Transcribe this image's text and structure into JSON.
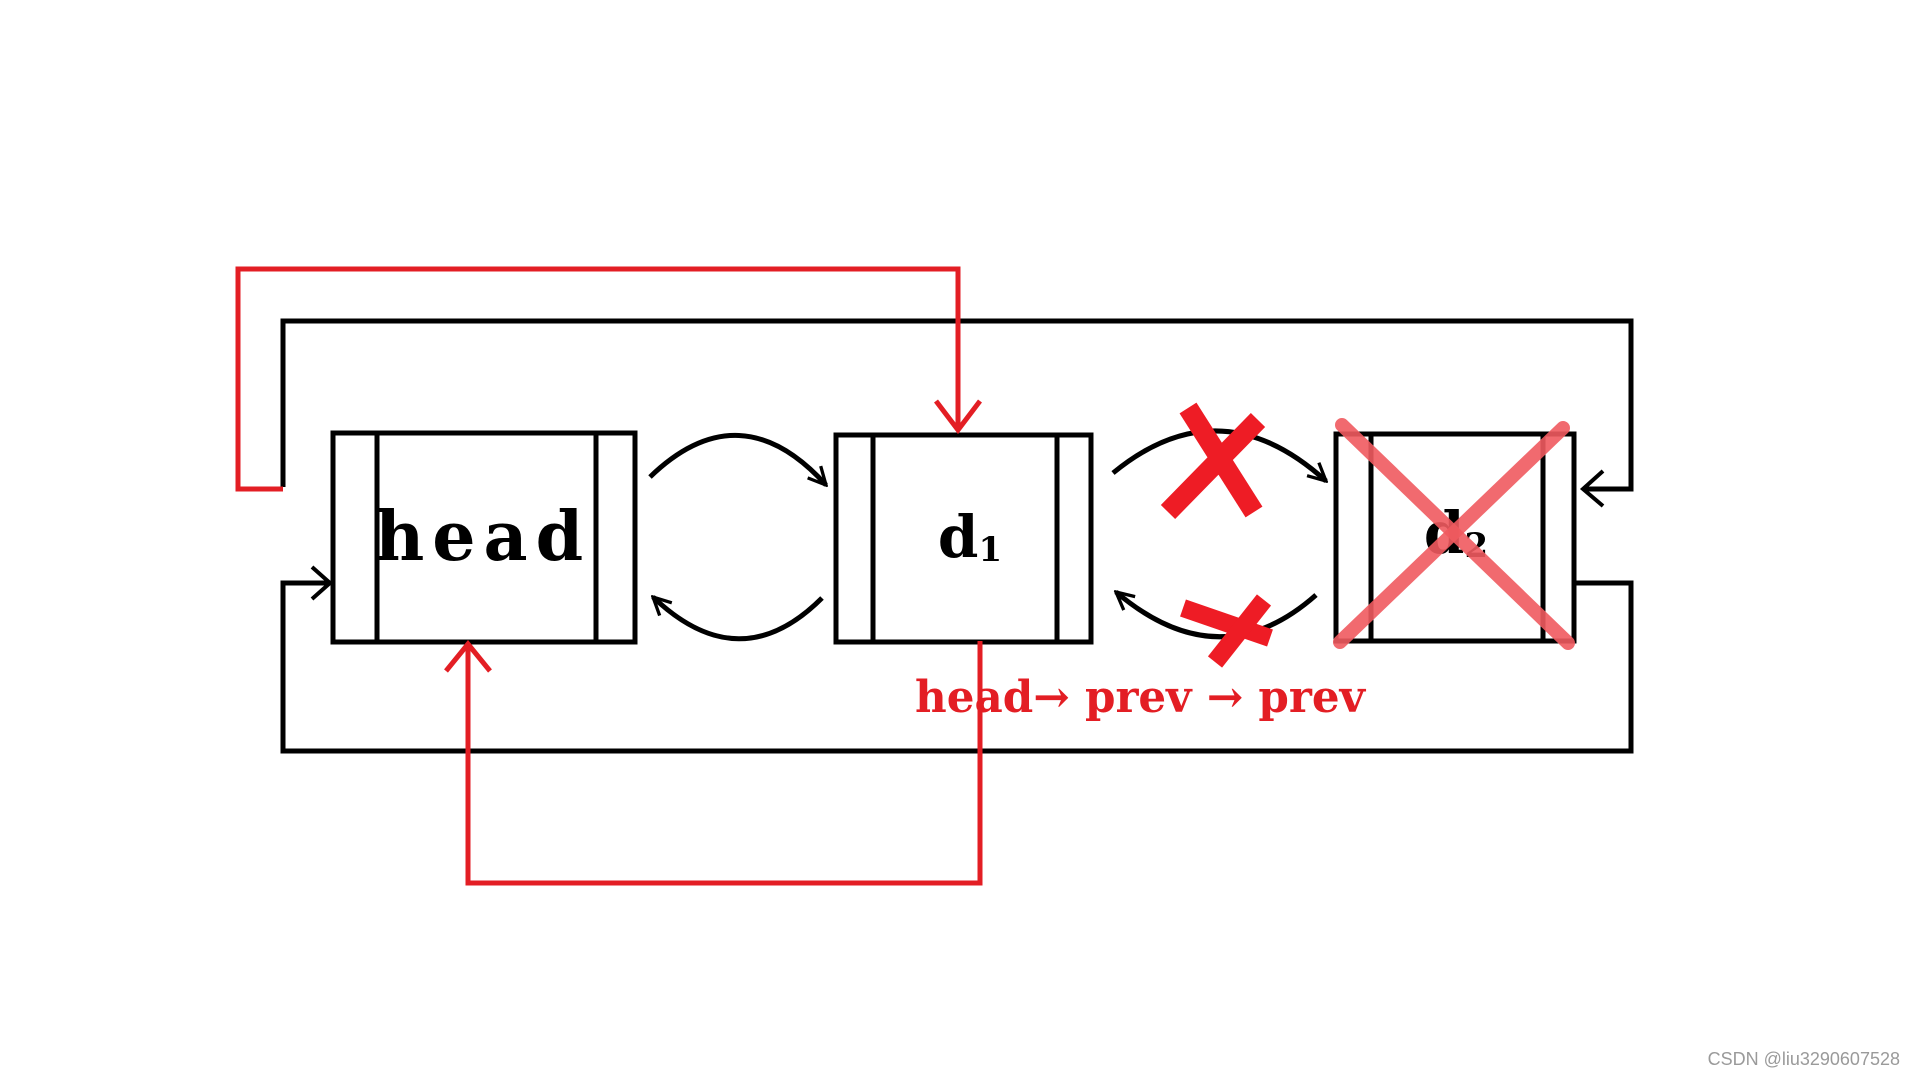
{
  "nodes": {
    "head": {
      "label": "head"
    },
    "d1": {
      "label": "d",
      "subscript": "1"
    },
    "d2": {
      "label": "d",
      "subscript": "2"
    }
  },
  "annotation": {
    "text": "head→ prev → prev"
  },
  "colors": {
    "outline": "#000000",
    "highlight": "#e31e24",
    "delete_mark": "#f05a5f"
  },
  "watermark": {
    "text": "CSDN @liu3290607528"
  }
}
